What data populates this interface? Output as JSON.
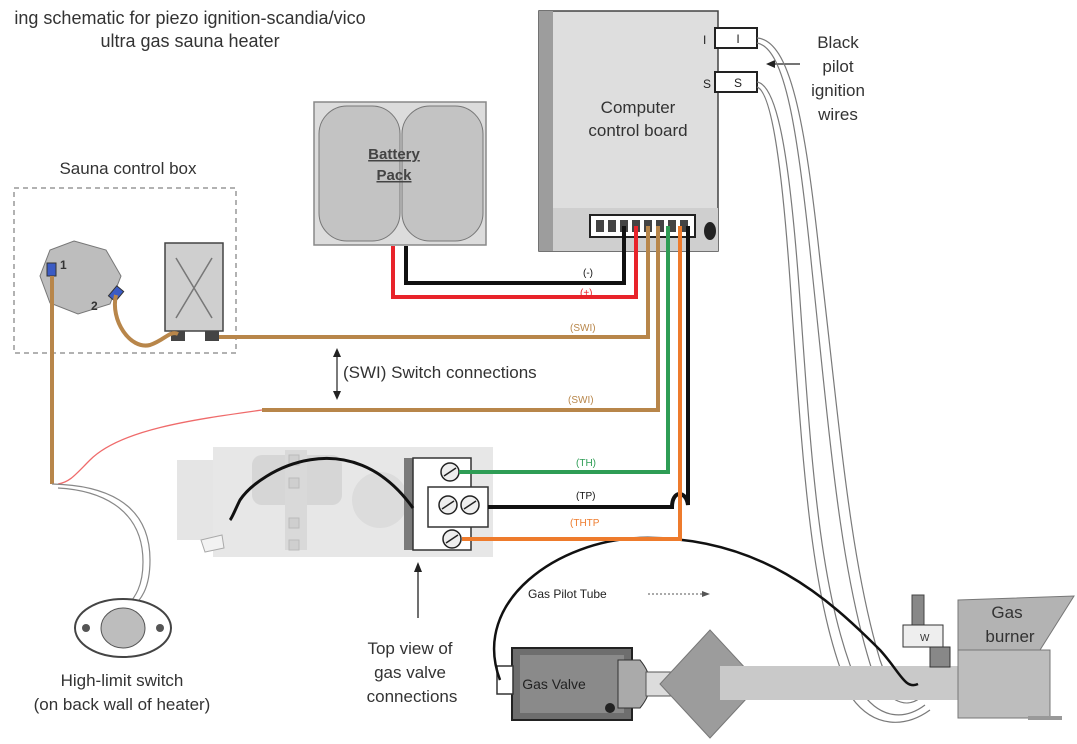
{
  "title": {
    "line1": "ing schematic for piezo ignition-scandia/vico",
    "line2": "ultra gas sauna heater"
  },
  "labels": {
    "sauna_control_box": "Sauna control box",
    "battery_line1": "Battery",
    "battery_line2": "Pack",
    "computer_line1": "Computer",
    "computer_line2": "control board",
    "pilot_line1": "Black",
    "pilot_line2": "pilot",
    "pilot_line3": "ignition",
    "pilot_line4": "wires",
    "switch_connections": "(SWI) Switch connections",
    "high_limit_line1": "High-limit switch",
    "high_limit_line2": "(on back wall of heater)",
    "top_view_line1": "Top view of",
    "top_view_line2": "gas valve",
    "top_view_line3": "connections",
    "gas_pilot_tube": "Gas Pilot Tube",
    "gas_valve": "Gas Valve",
    "gas_burner_line1": "Gas",
    "gas_burner_line2": "burner",
    "terminal_1": "1",
    "terminal_2": "2",
    "terminal_I": "I",
    "terminal_S": "S",
    "side_I": "I",
    "side_S": "S"
  },
  "wire_labels": {
    "neg": "(-)",
    "pos": "(+)",
    "swi_top": "(SWI)",
    "swi_bottom": "(SWI)",
    "th": "(TH)",
    "tp": "(TP)",
    "thtp": "(THTP"
  },
  "colors": {
    "black_wire": "#111111",
    "red_wire": "#e8232a",
    "brown_wire": "#b8864a",
    "green_wire": "#2e9d55",
    "orange_wire": "#ee7b2c"
  }
}
